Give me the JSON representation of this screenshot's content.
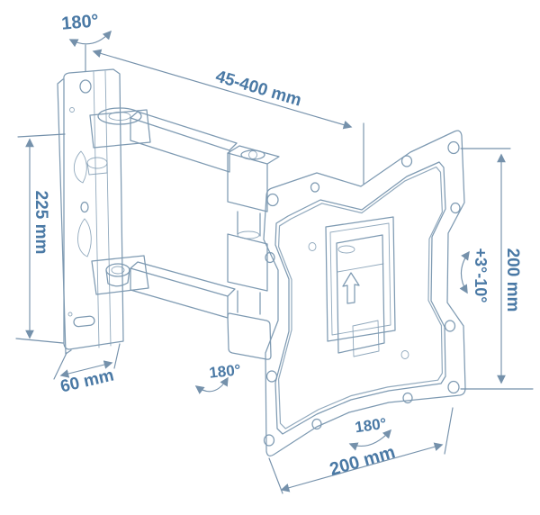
{
  "colors": {
    "line": "#7e9ab2",
    "dimension": "#7591ab",
    "label": "#4a79a5",
    "background": "#ffffff"
  },
  "labels": {
    "top_swivel": "180°",
    "extension_range": "45-400 mm",
    "wall_plate_height": "225 mm",
    "wall_plate_depth": "60 mm",
    "mid_swivel": "180°",
    "tilt_range": "+3°-10°",
    "plate_height": "200 mm",
    "bottom_swivel": "180°",
    "plate_width": "200 mm"
  }
}
